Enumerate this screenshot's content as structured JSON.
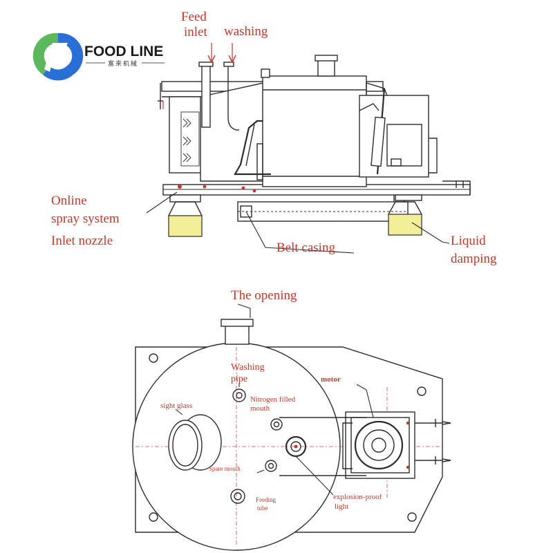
{
  "brand": {
    "name": "FOOD LINE",
    "subtitle": "富来机械",
    "colors": {
      "green": "#5cb85c",
      "blue": "#2a6fd6"
    }
  },
  "side_view": {
    "labels": {
      "feed_inlet_line1": "Feed",
      "feed_inlet_line2": "inlet",
      "washing": "washing",
      "online_spray_line1": "Online",
      "online_spray_line2": "spray system",
      "inlet_nozzle": "Inlet nozzle",
      "belt_casing": "Belt casing",
      "liquid_damping_line1": "Liquid",
      "liquid_damping_line2": "damping"
    }
  },
  "top_view": {
    "labels": {
      "the_opening": "The opening",
      "washing_pipe_line1": "Washing",
      "washing_pipe_line2": "pipe",
      "motor": "motor",
      "sight_glass": "sight glass",
      "nitrogen_line1": "Nitrogen filled",
      "nitrogen_line2": "mouth",
      "spare_mouth": "Spare mouth",
      "feeding_tube_line1": "Feeding",
      "feeding_tube_line2": "tube",
      "explosion_line1": "explosion-proof",
      "explosion_line2": "light"
    }
  },
  "colors": {
    "label_red": "#c0392b",
    "line": "#2b2b2b",
    "damping_yellow": "#f2ee9a"
  }
}
